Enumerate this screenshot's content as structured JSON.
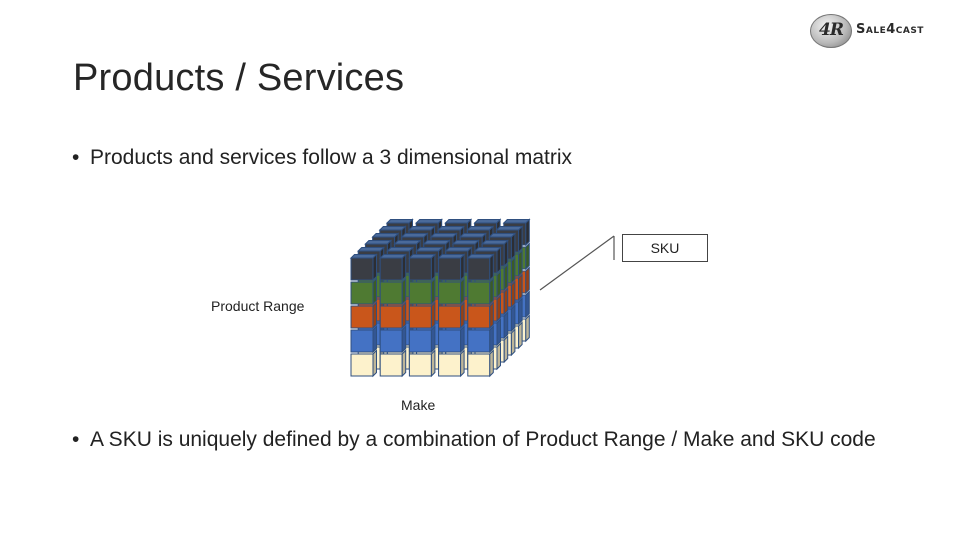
{
  "slide": {
    "title": "Products / Services",
    "bullets": [
      {
        "marker": "•",
        "text": "Products and services follow a 3 dimensional matrix"
      },
      {
        "marker": "•",
        "text": "A SKU is uniquely defined by a combination of Product Range / Make and SKU code"
      }
    ]
  },
  "logo": {
    "monogram": "4R",
    "text": "Sale4cast"
  },
  "diagram": {
    "labels": {
      "product_range": "Product Range",
      "make": "Make",
      "sku": "SKU"
    },
    "layers": [
      {
        "name": "top",
        "color": "#3a3d44"
      },
      {
        "name": "layer-2",
        "color": "#4f7a32"
      },
      {
        "name": "layer-3",
        "color": "#c9561b"
      },
      {
        "name": "layer-4",
        "color": "#4472c4"
      },
      {
        "name": "bottom",
        "color": "#fdf2cc"
      }
    ],
    "top_face_color": "#4a6a9a",
    "edge_color": "#2f4f7f",
    "columns": 5,
    "depth": 6
  }
}
